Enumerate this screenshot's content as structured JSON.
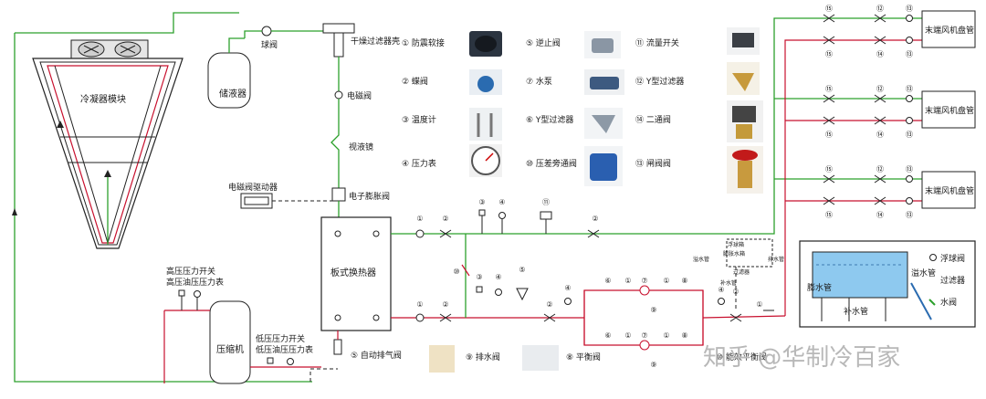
{
  "components": {
    "condenser": "冷凝器模块",
    "receiver": "储液器",
    "ball_valve": "球阀",
    "dryer": "干燥过滤器壳",
    "solenoid": "电磁阀",
    "sight_glass": "视液镜",
    "eev": "电子膨胀阀",
    "eev_driver": "电磁阀驱动器",
    "plate_hx": "板式换热器",
    "compressor": "压缩机",
    "hp_switch": "高压压力开关",
    "hp_oil_gauge": "高压油压压力表",
    "lp_switch": "低压压力开关",
    "lp_oil_gauge": "低压油压压力表",
    "air_vent": "⑤ 自动排气阀",
    "fcu": "末端风机盘管",
    "expansion_tank_top": "浮球箱",
    "expansion_tank_mid": "膨胀水箱",
    "overflow": "溢水管",
    "drain": "排水管",
    "makeup": "补水管",
    "filter_small": "过滤器"
  },
  "legend": [
    {
      "label": "① 防震软接"
    },
    {
      "label": "② 蝶阀"
    },
    {
      "label": "③ 温度计"
    },
    {
      "label": "④ 压力表"
    },
    {
      "label": "⑤ 逆止阀"
    },
    {
      "label": "⑦ 水泵"
    },
    {
      "label": "⑥ Y型过滤器"
    },
    {
      "label": "⑩ 压差旁通阀"
    },
    {
      "label": "⑪ 流量开关"
    },
    {
      "label": "⑫ Y型过滤器"
    },
    {
      "label": "⑭ 二通阀"
    },
    {
      "label": "⑬ 闸阀阀"
    }
  ],
  "bottom_legend": {
    "drain_valve": "⑨ 排水阀",
    "balance_valve": "⑧ 平衡阀",
    "extra": "⑩ 能效平衡阀"
  },
  "tank_legend": {
    "title": "浮球阀",
    "filter": "过滤器",
    "valve": "水阀",
    "overflow": "溢水管",
    "makeup": "补水管",
    "vertical": "膨水管"
  },
  "watermark": "知乎 @华制冷百家"
}
